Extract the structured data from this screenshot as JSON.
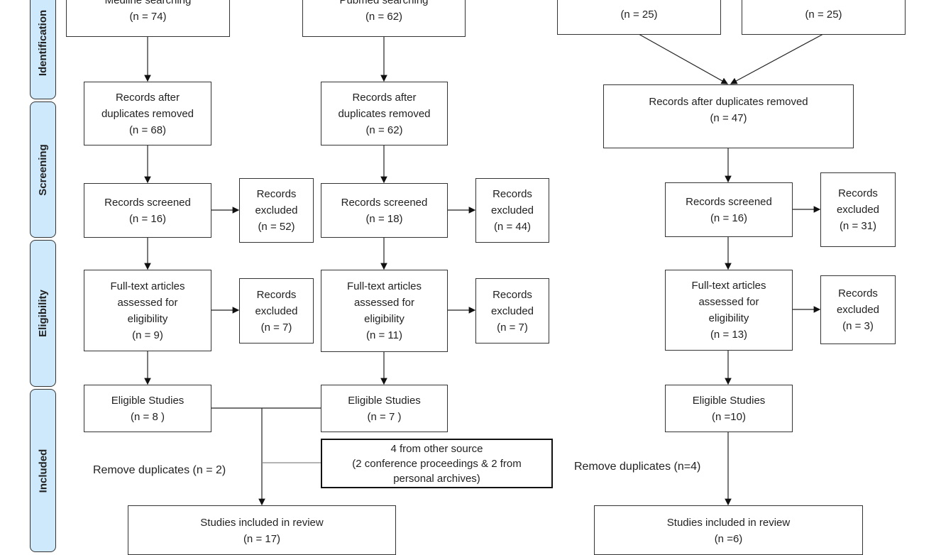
{
  "stages": [
    "Identification",
    "Screening",
    "Eligibility",
    "Included"
  ],
  "left": {
    "source": {
      "label": "Medline searching",
      "n": "(n = 74)"
    },
    "after_duplicates": {
      "label1": "Records after",
      "label2": "duplicates removed",
      "n": "(n = 68)"
    },
    "screened": {
      "label": "Records screened",
      "n": "(n = 16)"
    },
    "screened_excluded": {
      "label1": "Records",
      "label2": "excluded",
      "n": "(n = 52)"
    },
    "fulltext": {
      "label1": "Full-text articles",
      "label2": "assessed for",
      "label3": "eligibility",
      "n": "(n = 9)"
    },
    "fulltext_excluded": {
      "label1": "Records",
      "label2": "excluded",
      "n": "(n = 7)"
    },
    "eligible": {
      "label": "Eligible Studies",
      "n": "(n = 8 )"
    },
    "remove_duplicates": "Remove duplicates (n = 2)",
    "included": {
      "label": "Studies included in review",
      "n": "(n = 17)"
    }
  },
  "middle": {
    "source": {
      "label": "Pubmed searching",
      "n": "(n = 62)"
    },
    "after_duplicates": {
      "label1": "Records after",
      "label2": "duplicates removed",
      "n": "(n = 62)"
    },
    "screened": {
      "label": "Records screened",
      "n": "(n = 18)"
    },
    "screened_excluded": {
      "label1": "Records",
      "label2": "excluded",
      "n": "(n = 44)"
    },
    "fulltext": {
      "label1": "Full-text articles",
      "label2": "assessed for",
      "label3": "eligibility",
      "n": "(n = 11)"
    },
    "fulltext_excluded": {
      "label1": "Records",
      "label2": "excluded",
      "n": "(n = 7)"
    },
    "eligible": {
      "label": "Eligible Studies",
      "n": "(n = 7 )"
    },
    "other_source": {
      "label1": "4 from other source",
      "label2": "(2 conference proceedings & 2 from",
      "label3": "personal archives)"
    }
  },
  "right": {
    "source_a": {
      "n": "(n = 25)"
    },
    "source_b": {
      "n": "(n = 25)"
    },
    "after_duplicates": {
      "label": "Records after duplicates removed",
      "n": "(n = 47)"
    },
    "screened": {
      "label": "Records screened",
      "n": "(n = 16)"
    },
    "screened_excluded": {
      "label1": "Records",
      "label2": "excluded",
      "n": "(n = 31)"
    },
    "fulltext": {
      "label1": "Full-text articles",
      "label2": "assessed for",
      "label3": "eligibility",
      "n": "(n = 13)"
    },
    "fulltext_excluded": {
      "label1": "Records",
      "label2": "excluded",
      "n": "(n = 3)"
    },
    "eligible": {
      "label": "Eligible Studies",
      "n": "(n =10)"
    },
    "remove_duplicates": "Remove duplicates (n=4)",
    "included": {
      "label": "Studies included in review",
      "n": "(n =6)"
    }
  },
  "colors": {
    "stage_fill": "#cde9fb",
    "line": "#222222"
  }
}
